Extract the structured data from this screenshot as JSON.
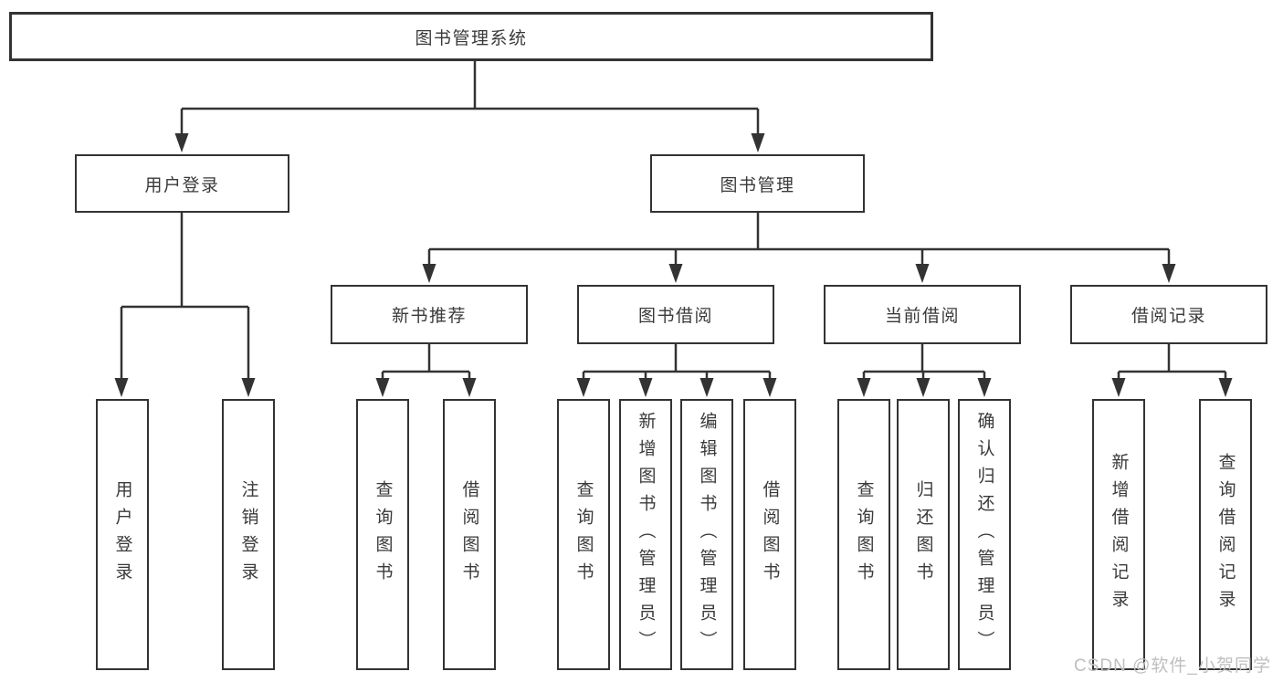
{
  "tree": {
    "root": {
      "label": "图书管理系统",
      "children": [
        {
          "label": "用户登录",
          "children": [
            {
              "label": "用户登录"
            },
            {
              "label": "注销登录"
            }
          ]
        },
        {
          "label": "图书管理",
          "children": [
            {
              "label": "新书推荐",
              "children": [
                {
                  "label": "查询图书"
                },
                {
                  "label": "借阅图书"
                }
              ]
            },
            {
              "label": "图书借阅",
              "children": [
                {
                  "label": "查询图书"
                },
                {
                  "label": "新增图书（管理员）"
                },
                {
                  "label": "编辑图书（管理员）"
                },
                {
                  "label": "借阅图书"
                }
              ]
            },
            {
              "label": "当前借阅",
              "children": [
                {
                  "label": "查询图书"
                },
                {
                  "label": "归还图书"
                },
                {
                  "label": "确认归还（管理员）"
                }
              ]
            },
            {
              "label": "借阅记录",
              "children": [
                {
                  "label": "新增借阅记录"
                },
                {
                  "label": "查询借阅记录"
                }
              ]
            }
          ]
        }
      ]
    }
  },
  "watermark": "CSDN @软件_小贺同学",
  "colors": {
    "line": "#333333",
    "box_border": "#333333",
    "text": "#3a3a3a",
    "watermark": "#bfbfbf",
    "background": "#ffffff"
  }
}
